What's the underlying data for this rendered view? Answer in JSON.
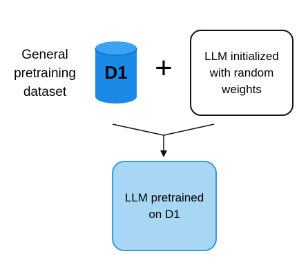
{
  "dataset": {
    "label": "General\npretraining\ndataset",
    "db_label": "D1",
    "db_color": "#1a8ae6"
  },
  "operator": "+",
  "model_init": {
    "label": "LLM initialized\nwith random\nweights"
  },
  "result": {
    "label": "LLM pretrained\non D1",
    "fill_color": "#a7d7f5",
    "border_color": "#3a9ad4"
  },
  "icons": [
    "database-icon",
    "plus-icon",
    "merge-arrow-icon"
  ]
}
